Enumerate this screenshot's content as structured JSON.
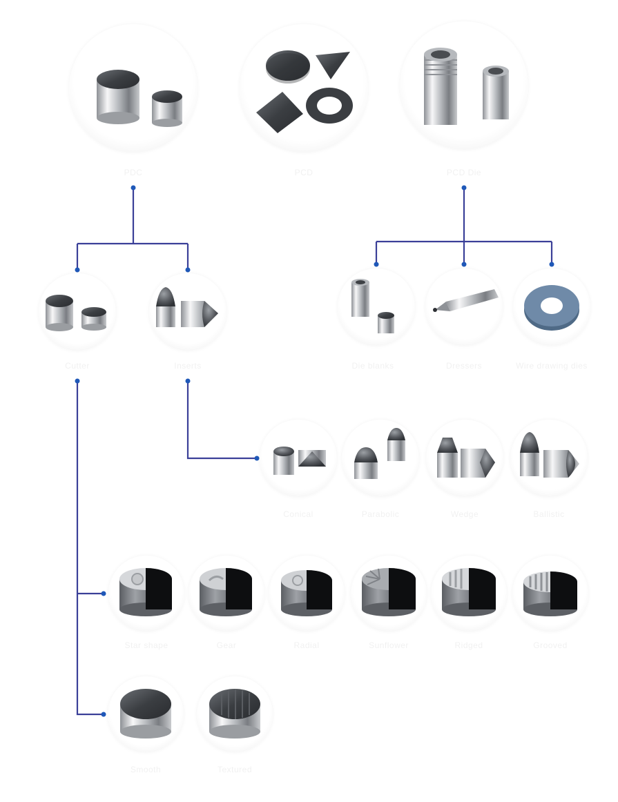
{
  "colors": {
    "connector": "#3a3f98",
    "dot": "#1f58b8",
    "label": "#f1f1f1",
    "background": "#ffffff"
  },
  "nodes": {
    "pdc": {
      "label": "PDC",
      "icon": "pdc-cutter-pair-icon"
    },
    "pcd": {
      "label": "PCD",
      "icon": "pcd-shapes-icon"
    },
    "pcd_die": {
      "label": "PCD Die",
      "icon": "die-blank-icon"
    },
    "cutters": {
      "label": "Cutter",
      "icon": "flat-cutter-pair-icon"
    },
    "inserts": {
      "label": "Inserts",
      "icon": "dome-insert-pair-icon"
    },
    "die_blanks": {
      "label": "Die blanks",
      "icon": "die-tube-icon"
    },
    "dressers": {
      "label": "Dressers",
      "icon": "diamond-dresser-icon"
    },
    "wire_drawing_dies": {
      "label": "Wire drawing dies",
      "icon": "wire-die-ring-icon"
    },
    "insert_conical": {
      "label": "Conical",
      "icon": "conical-insert-icon"
    },
    "insert_parabolic": {
      "label": "Parabolic",
      "icon": "parabolic-insert-icon"
    },
    "insert_wedge": {
      "label": "Wedge",
      "icon": "wedge-insert-icon"
    },
    "insert_ballistic": {
      "label": "Ballistic",
      "icon": "ballistic-insert-icon"
    },
    "cutter_star": {
      "label": "Star shape",
      "icon": "star-cutter-icon"
    },
    "cutter_gear": {
      "label": "Gear",
      "icon": "gear-cutter-icon"
    },
    "cutter_radial": {
      "label": "Radial",
      "icon": "radial-cutter-icon"
    },
    "cutter_sunflower": {
      "label": "Sunflower",
      "icon": "sunflower-cutter-icon"
    },
    "cutter_ridged": {
      "label": "Ridged",
      "icon": "ridged-cutter-icon"
    },
    "cutter_grooved": {
      "label": "Grooved",
      "icon": "grooved-cutter-icon"
    },
    "cutter_smooth": {
      "label": "Smooth",
      "icon": "smooth-cutter-icon"
    },
    "cutter_textured": {
      "label": "Textured",
      "icon": "textured-cutter-icon"
    }
  }
}
